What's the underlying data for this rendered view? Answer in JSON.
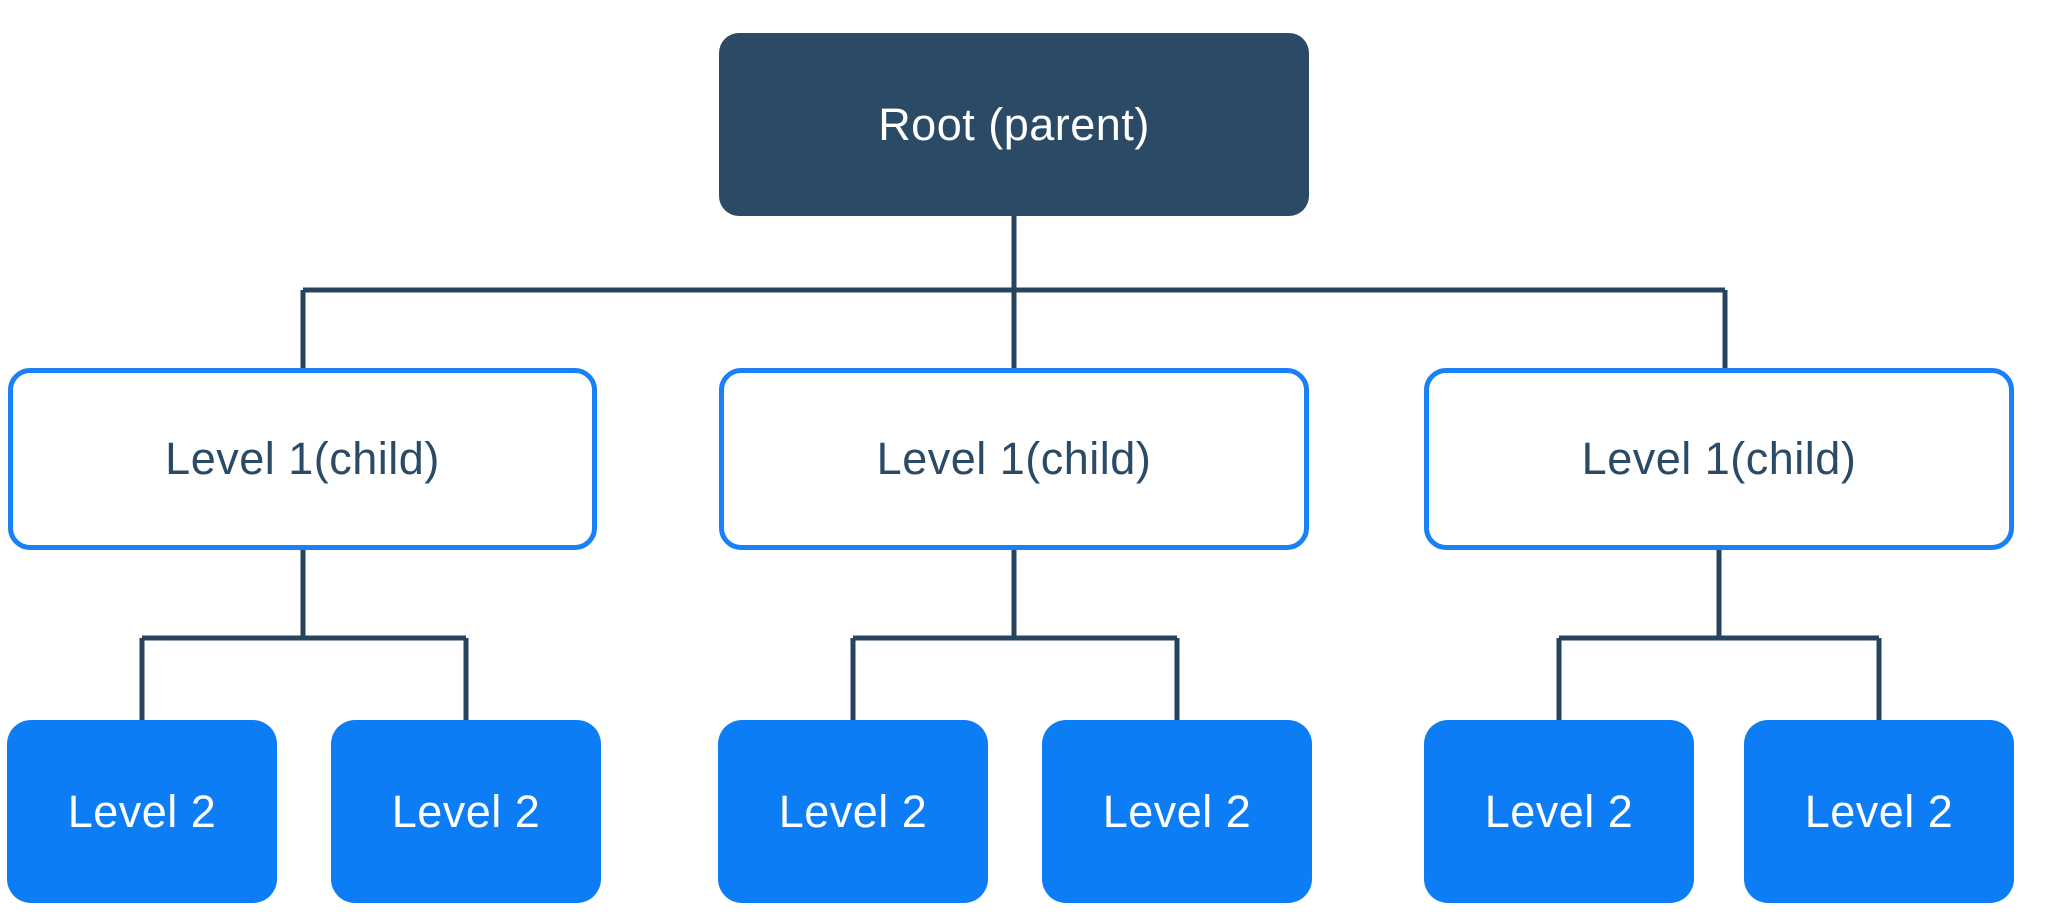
{
  "diagram": {
    "nodes": {
      "root": {
        "label": "Root (parent)"
      },
      "level1": [
        {
          "label": "Level 1(child)"
        },
        {
          "label": "Level 1(child)"
        },
        {
          "label": "Level 1(child)"
        }
      ],
      "level2": [
        {
          "label": "Level 2"
        },
        {
          "label": "Level 2"
        },
        {
          "label": "Level 2"
        },
        {
          "label": "Level 2"
        },
        {
          "label": "Level 2"
        },
        {
          "label": "Level 2"
        }
      ]
    },
    "colors": {
      "root_fill": "#2A4A66",
      "node_blue": "#0D7DF5",
      "level1_border": "#1A80F5",
      "level1_text": "#2A4A66",
      "line": "#27435E",
      "background": "#FFFFFF",
      "light_text": "#FFFFFF"
    }
  }
}
